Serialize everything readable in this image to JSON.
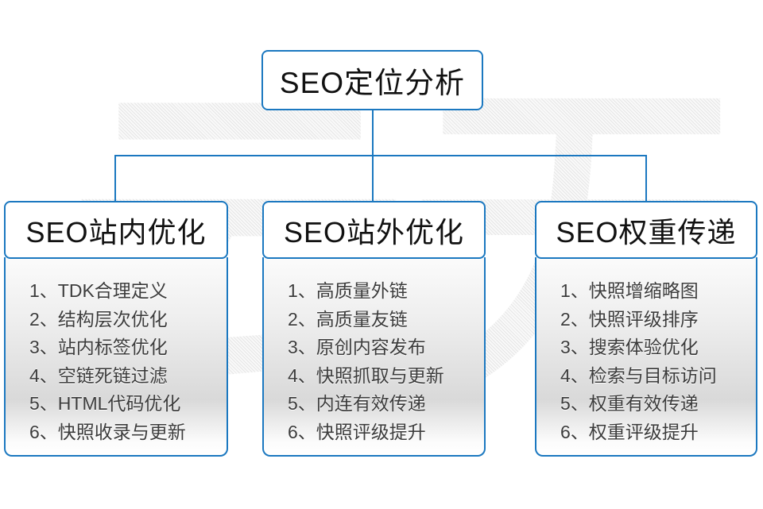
{
  "watermark": {
    "text": "云无限"
  },
  "root_box": {
    "title": "SEO定位分析"
  },
  "columns": [
    {
      "title": "SEO站内优化",
      "items": [
        "1、TDK合理定义",
        "2、结构层次优化",
        "3、站内标签优化",
        "4、空链死链过滤",
        "5、HTML代码优化",
        "6、快照收录与更新"
      ]
    },
    {
      "title": "SEO站外优化",
      "items": [
        "1、高质量外链",
        "2、高质量友链",
        "3、原创内容发布",
        "4、快照抓取与更新",
        "5、内连有效传递",
        "6、快照评级提升"
      ]
    },
    {
      "title": "SEO权重传递",
      "items": [
        "1、快照增缩略图",
        "2、快照评级排序",
        "3、搜索体验优化",
        "4、检索与目标访问",
        "5、权重有效传递",
        "6、权重评级提升"
      ]
    }
  ],
  "colors": {
    "accent_blue": "#1b78c0",
    "watermark_gray": "#ececec",
    "panel_gradient_mid": "#d9d9d9",
    "list_text": "#3c3c3c"
  }
}
